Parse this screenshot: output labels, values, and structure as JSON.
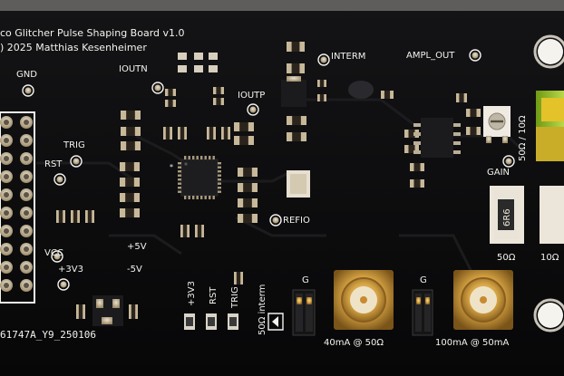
{
  "board": {
    "title_line1": "co Glitcher Pulse Shaping Board v1.0",
    "title_line2": ") 2025 Matthias Kesenheimer",
    "part_number": "61747A_Y9_250106"
  },
  "labels": {
    "gnd": "GND",
    "ioutn": "IOUTN",
    "ioutp": "IOUTP",
    "interm": "INTERM",
    "ampl_out": "AMPL_OUT",
    "trig": "TRIG",
    "rst": "RST",
    "vcc": "VCC",
    "v3v3_left": "+3V3",
    "v5_pos": "+5V",
    "v5_neg": "-5V",
    "refio": "REFIO",
    "gain": "GAIN",
    "switch_right": "50Ω / 10Ω",
    "led_3v3": "+3V3",
    "led_rst": "RST",
    "led_trig": "TRIG",
    "ohm_interm": "50Ω interm",
    "g_left": "G",
    "g_right": "G",
    "sma_left": "40mA @ 50Ω",
    "sma_right": "100mA @ 50mA",
    "res_50": "50Ω",
    "res_10": "10Ω",
    "res_code": "6R6"
  },
  "colors": {
    "pcb": "#0b0b0c",
    "silk": "#f2f2ee",
    "gold": "#d4a243",
    "copper_pad": "#b8a27a",
    "green_terminal": "#8fbf1f",
    "yellow_terminal": "#e3c22a"
  }
}
